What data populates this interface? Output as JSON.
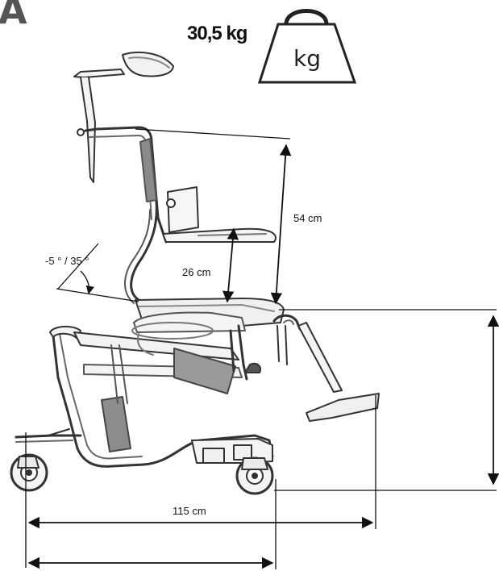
{
  "panel_letter": "A",
  "weight": {
    "label": "30,5 kg",
    "icon_name": "weight-kg-icon",
    "icon_text": "kg"
  },
  "dimensions": {
    "angle": "-5 ° / 35 °",
    "seat_height": "26 cm",
    "backrest_height": "54 cm",
    "length": "115 cm"
  },
  "colors": {
    "line": "#111111",
    "chair_outline": "#333333",
    "chair_shade": "#8a8a8a",
    "chair_fill": "#f4f4f4"
  }
}
